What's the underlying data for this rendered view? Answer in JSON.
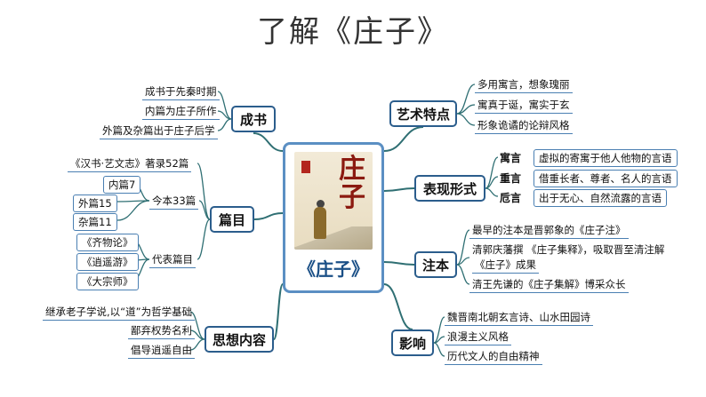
{
  "title": "了解《庄子》",
  "center": {
    "label": "《庄子》",
    "cover_text": "庄子",
    "cover_image": "zhuangzi-book-cover"
  },
  "colors": {
    "branch_border": "#2b5d8c",
    "leaf_line": "#4a7fb2",
    "center_border": "#5b8fc3",
    "link": "#2f6f73"
  },
  "branches": {
    "chengshu": {
      "label": "成书",
      "items": [
        "成书于先秦时期",
        "内篇为庄子所作",
        "外篇及杂篇出于庄子后学"
      ]
    },
    "pianmu": {
      "label": "篇目",
      "note": "《汉书·艺文志》著录52篇",
      "current": {
        "label": "今本33篇",
        "items": [
          "内篇7",
          "外篇15",
          "杂篇11"
        ]
      },
      "representative": {
        "label": "代表篇目",
        "items": [
          "《齐物论》",
          "《逍遥游》",
          "《大宗师》"
        ]
      }
    },
    "sixiang": {
      "label": "思想内容",
      "items": [
        "继承老子学说,以“道”为哲学基础",
        "鄙弃权势名利",
        "倡导逍遥自由"
      ]
    },
    "yishu": {
      "label": "艺术特点",
      "items": [
        "多用寓言，想象瑰丽",
        "寓真于诞，寓实于玄",
        "形象诡谲的论辩风格"
      ]
    },
    "biaoxian": {
      "label": "表现形式",
      "rows": [
        {
          "term": "寓言",
          "desc": "虚拟的寄寓于他人他物的言语"
        },
        {
          "term": "重言",
          "desc": "借重长者、尊者、名人的言语"
        },
        {
          "term": "卮言",
          "desc": "出于无心、自然流露的言语"
        }
      ]
    },
    "zhuben": {
      "label": "注本",
      "items": [
        "最早的注本是晋郭象的《庄子注》",
        "清郭庆藩撰 《庄子集释》，吸取晋至清注解",
        "《庄子》成果",
        "清王先谦的《庄子集解》博采众长"
      ]
    },
    "yingxiang": {
      "label": "影响",
      "items": [
        "魏晋南北朝玄言诗、山水田园诗",
        "浪漫主义风格",
        "历代文人的自由精神"
      ]
    }
  }
}
